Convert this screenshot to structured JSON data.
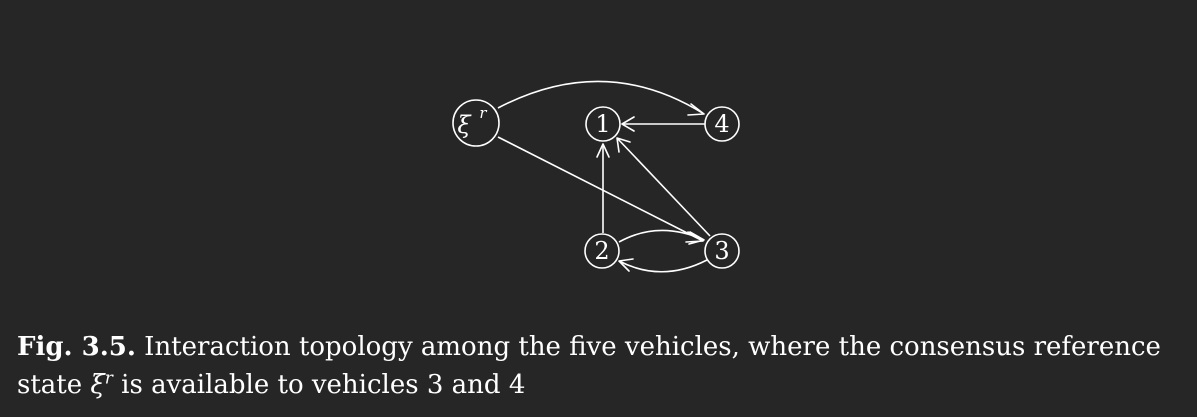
{
  "diagram": {
    "nodes": [
      {
        "id": "ref",
        "label": "ξ",
        "superscript": "r"
      },
      {
        "id": "n1",
        "label": "1"
      },
      {
        "id": "n2",
        "label": "2"
      },
      {
        "id": "n3",
        "label": "3"
      },
      {
        "id": "n4",
        "label": "4"
      }
    ],
    "edges": [
      {
        "from": "ref",
        "to": "n4"
      },
      {
        "from": "ref",
        "to": "n3"
      },
      {
        "from": "n4",
        "to": "n1"
      },
      {
        "from": "n2",
        "to": "n1"
      },
      {
        "from": "n3",
        "to": "n1"
      },
      {
        "from": "n2",
        "to": "n3"
      },
      {
        "from": "n3",
        "to": "n2"
      }
    ]
  },
  "caption": {
    "fig_label": "Fig. 3.5.",
    "text_part1": " Interaction topology among the five vehicles, where the consensus reference state ",
    "math_symbol": "ξ",
    "math_superscript": "r",
    "text_part2": " is available to vehicles 3 and 4"
  }
}
